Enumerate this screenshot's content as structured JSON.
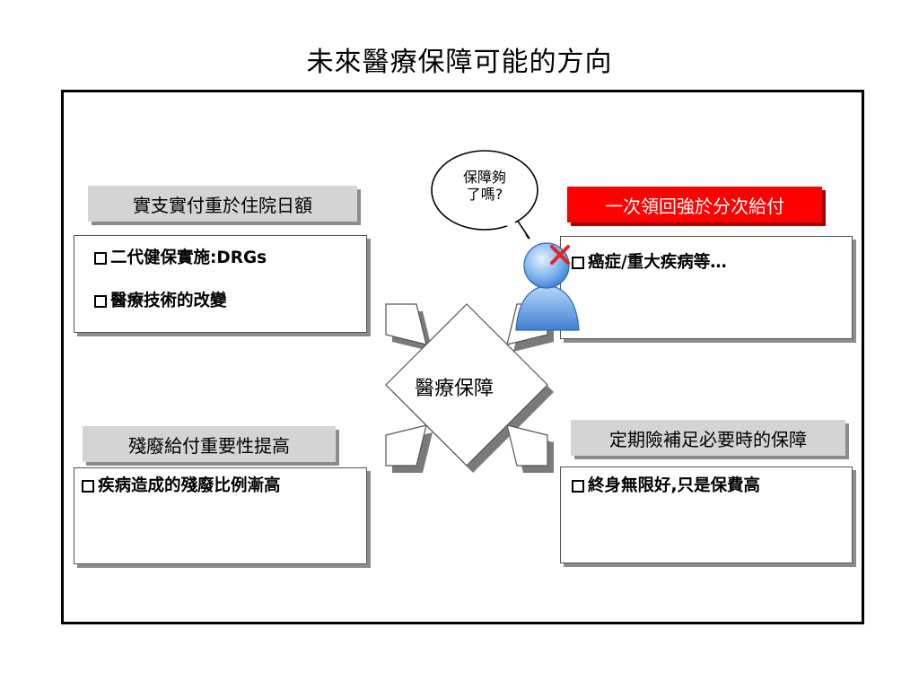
{
  "title": "未來醫療保障可能的方向",
  "center": {
    "label": "醫療保障"
  },
  "bubble": {
    "line1": "保障夠",
    "line2": "了嗎?"
  },
  "quadrants": {
    "top_left": {
      "header": "實支實付重於住院日額",
      "items": [
        "二代健保實施:DRGs",
        "醫療技術的改變"
      ]
    },
    "top_right": {
      "header": "一次領回強於分次給付",
      "items": [
        "癌症/重大疾病等…"
      ]
    },
    "bottom_left": {
      "header": "殘廢給付重要性提高",
      "items": [
        "疾病造成的殘廢比例漸高"
      ]
    },
    "bottom_right": {
      "header": "定期險補足必要時的保障",
      "items": [
        "終身無限好,只是保費高"
      ]
    }
  },
  "colors": {
    "highlight_header": "#ff0000",
    "header_gray": "#d4d4d4",
    "person": "#6fa8e8"
  }
}
